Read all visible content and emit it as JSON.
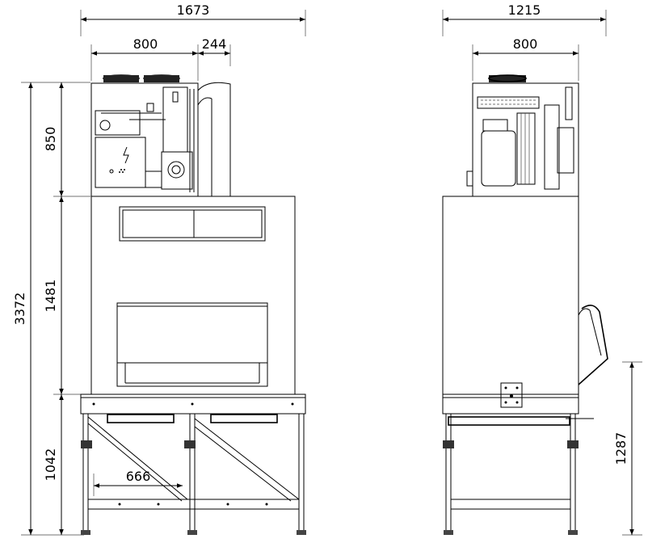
{
  "front_view": {
    "overall_width": "1673",
    "unit_width": "800",
    "duct_width": "244",
    "total_height": "3372",
    "unit_height": "850",
    "bin_height": "1481",
    "stand_height": "1042",
    "leg_spacing": "666"
  },
  "side_view": {
    "overall_depth": "1215",
    "unit_depth": "800",
    "stand_height": "1287"
  }
}
